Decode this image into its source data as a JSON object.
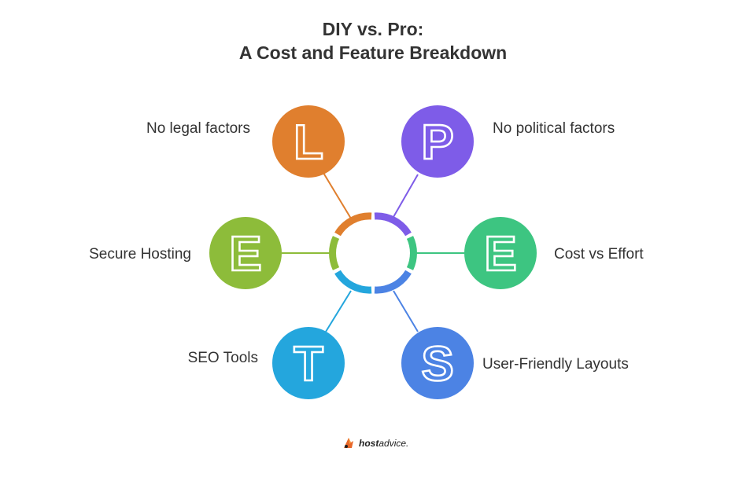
{
  "title": {
    "line1": "DIY vs. Pro:",
    "line2": "A Cost and Feature Breakdown"
  },
  "items": [
    {
      "letter": "L",
      "label": "No legal factors",
      "color": "#E07F2E"
    },
    {
      "letter": "P",
      "label": "No political factors",
      "color": "#7E5CE8"
    },
    {
      "letter": "E",
      "label": "Cost vs Effort",
      "color": "#3DC581"
    },
    {
      "letter": "S",
      "label": "User-Friendly Layouts",
      "color": "#4C83E4"
    },
    {
      "letter": "T",
      "label": "SEO Tools",
      "color": "#24A6DD"
    },
    {
      "letter": "E",
      "label": "Secure Hosting",
      "color": "#8DBC3A"
    }
  ],
  "footer": {
    "brand_bold": "host",
    "brand_rest": "advice.",
    "logo_icon": "hostadvice-logo-icon"
  }
}
